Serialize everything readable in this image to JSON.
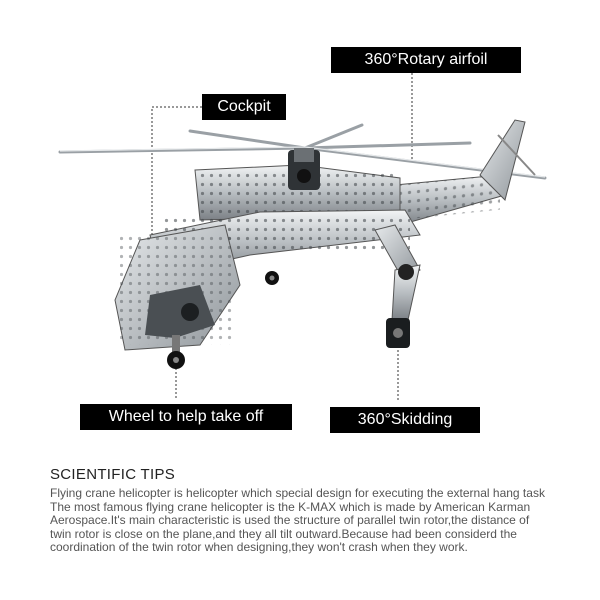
{
  "labels": {
    "cockpit": "Cockpit",
    "rotary_airfoil": "360°Rotary airfoil",
    "wheel": "Wheel to help take off",
    "skidding": "360°Skidding"
  },
  "tips": {
    "title": "SCIENTIFIC TIPS",
    "lines": [
      "Flying crane helicopter is helicopter which special design for executing the external hang task",
      "The most famous flying crane helicopter is the K-MAX which is made by American Karman",
      "Aerospace.It's main characteristic is used the structure of parallel twin rotor,the distance of",
      "twin rotor is close on the plane,and they all tilt outward.Because had been considerd the",
      "coordination of the twin rotor when designing,they won't crash when they work."
    ]
  },
  "colors": {
    "label_bg": "#000000",
    "label_text": "#ffffff",
    "metal_light": "#d9dde0",
    "metal_dark": "#5a5f63"
  },
  "icons": {
    "product": "metal-helicopter-model-illustration"
  }
}
